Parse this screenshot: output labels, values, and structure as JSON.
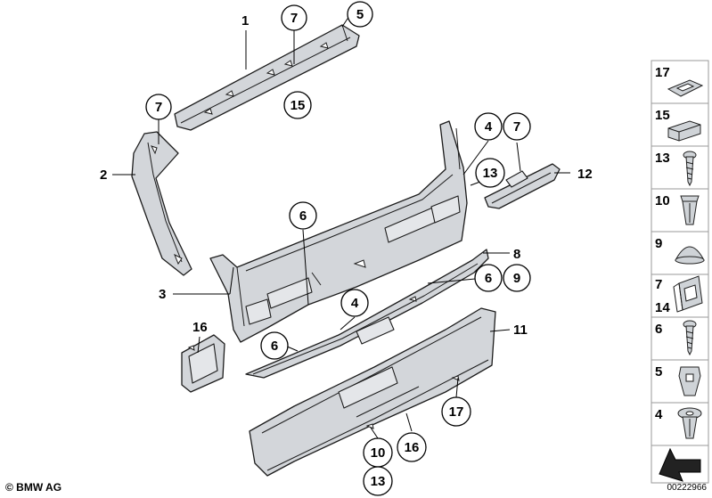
{
  "callouts": {
    "c1": "1",
    "c2": "2",
    "c3": "3",
    "c4a": "4",
    "c4b": "4",
    "c5": "5",
    "c6a": "6",
    "c6b": "6",
    "c6c": "6",
    "c7a": "7",
    "c7b": "7",
    "c7c": "7",
    "c8": "8",
    "c9": "9",
    "c10": "10",
    "c11": "11",
    "c12": "12",
    "c13a": "13",
    "c13b": "13",
    "c15": "15",
    "c16a": "16",
    "c16b": "16",
    "c17": "17"
  },
  "sidebar": {
    "items": [
      {
        "label": "17",
        "icon": "grommet-icon"
      },
      {
        "label": "15",
        "icon": "foam-pad-icon"
      },
      {
        "label": "13",
        "icon": "screw-icon"
      },
      {
        "label": "10",
        "icon": "expanding-nut-icon"
      },
      {
        "label": "9",
        "icon": "cap-icon"
      },
      {
        "label": "7",
        "label2": "14",
        "icon": "bracket-clip-icon"
      },
      {
        "label": "6",
        "icon": "screw-icon"
      },
      {
        "label": "5",
        "icon": "spring-nut-icon"
      },
      {
        "label": "4",
        "icon": "expanding-rivet-icon"
      }
    ]
  },
  "footer": {
    "copyright": "© BMW AG",
    "diagram_id": "00222966"
  }
}
